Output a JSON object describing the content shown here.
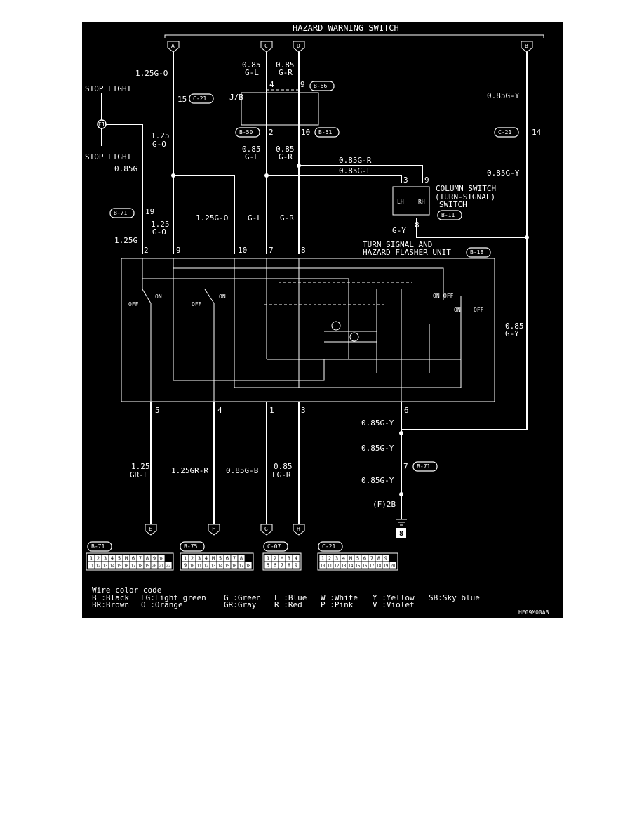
{
  "title": "HAZARD WARNING SWITCH",
  "footer_code": "HF09M00AB",
  "connectors_top": {
    "a": "A",
    "b": "B",
    "c": "C",
    "d": "D"
  },
  "connectors_bottom": {
    "e": "E",
    "f": "F",
    "g": "G",
    "h": "H"
  },
  "stop_light_top": "STOP LIGHT",
  "stop_light_bottom": "STOP LIGHT",
  "stop_light_junction": "E1",
  "jb_label": "J/B",
  "column_switch": {
    "line1": "COLUMN SWITCH",
    "line2": "(TURN-SIGNAL)",
    "line3": "SWITCH",
    "lh": "LH",
    "rh": "RH",
    "ref": "B-11"
  },
  "flasher_unit": {
    "line1": "TURN SIGNAL AND",
    "line2": "HAZARD FLASHER UNIT",
    "ref": "B-18"
  },
  "switch_labels": {
    "on": "ON",
    "off": "OFF"
  },
  "refs": {
    "c21": "C-21",
    "b66": "B-66",
    "b50": "B-50",
    "b51": "B-51",
    "b71": "B-71",
    "b75": "B-75",
    "c07": "C-07"
  },
  "wires": {
    "w125go_a": "1.25G-O",
    "w085gl_top": "0.85",
    "w085gl_top2": "G-L",
    "w085gr_top": "0.85",
    "w085gr_top2": "G-R",
    "w085gy_b": "0.85G-Y",
    "w085gy_b2": "0.85G-Y",
    "w125_left": "1.25",
    "w125_left2": "G-O",
    "w085g": "0.85G",
    "w085gl_mid": "0.85",
    "w085gl_mid2": "G-L",
    "w085gr_mid": "0.85",
    "w085gr_mid2": "G-R",
    "w085g_r": "0.85G-R",
    "w085g_l": "0.85G-L",
    "w125_b71": "1.25",
    "w125_b71_2": "G-O",
    "w125go_mid": "1.25G-O",
    "w_gl": "G-L",
    "w_gr": "G-R",
    "w_gy": "G-Y",
    "w125g": "1.25G",
    "w085_right": "0.85",
    "w085_right2": "G-Y",
    "w085gy_6": "0.85G-Y",
    "w085gy_7a": "0.85G-Y",
    "w085gy_7b": "0.85G-Y",
    "w125grl": "1.25",
    "w125grl2": "GR-L",
    "w125grr": "1.25GR-R",
    "w085gb": "0.85G-B",
    "w085lgr": "0.85",
    "w085lgr2": "LG-R",
    "ground": "(F)2B",
    "ground_num": "8"
  },
  "pins": {
    "p15": "15",
    "p4": "4",
    "p9": "9",
    "p2": "2",
    "p10": "10",
    "p14": "14",
    "p3": "3",
    "p9b": "9",
    "p8": "8",
    "p19": "19",
    "fu2": "2",
    "fu9": "9",
    "fu10": "10",
    "fu7": "7",
    "fu8": "8",
    "fu5": "5",
    "fu4": "4",
    "fu1": "1",
    "fu3": "3",
    "fu6": "6",
    "p7": "7"
  },
  "connector_tables": [
    {
      "name": "B-71",
      "row1": [
        "1",
        "2",
        "3",
        "4",
        "5",
        "M",
        "6",
        "7",
        "8",
        "9",
        "10"
      ],
      "row2": [
        "11",
        "12",
        "13",
        "14",
        "15",
        "16",
        "17",
        "18",
        "19",
        "20",
        "21",
        "22"
      ]
    },
    {
      "name": "B-75",
      "row1": [
        "1",
        "2",
        "3",
        "4",
        "M",
        "5",
        "6",
        "7",
        "8"
      ],
      "row2": [
        "9",
        "10",
        "11",
        "12",
        "13",
        "14",
        "15",
        "16",
        "17",
        "18"
      ]
    },
    {
      "name": "C-07",
      "row1": [
        "1",
        "2",
        "M",
        "3",
        "4"
      ],
      "row2": [
        "5",
        "6",
        "7",
        "8",
        "9"
      ]
    },
    {
      "name": "C-21",
      "row1": [
        "1",
        "2",
        "3",
        "4",
        "M",
        "5",
        "6",
        "7",
        "8",
        "9"
      ],
      "row2": [
        "10",
        "11",
        "12",
        "13",
        "14",
        "15",
        "16",
        "17",
        "18",
        "19",
        "20"
      ]
    }
  ],
  "legend": {
    "title": "Wire color code",
    "row1": [
      "B :Black",
      "LG:Light green",
      "G :Green",
      "L :Blue",
      "W :White",
      "Y :Yellow",
      "SB:Sky blue"
    ],
    "row2": [
      "BR:Brown",
      "O :Orange",
      "GR:Gray",
      "R :Red",
      "P :Pink",
      "V :Violet"
    ]
  },
  "colors": {
    "background": "#000000",
    "line": "#ffffff",
    "page": "#ffffff"
  }
}
